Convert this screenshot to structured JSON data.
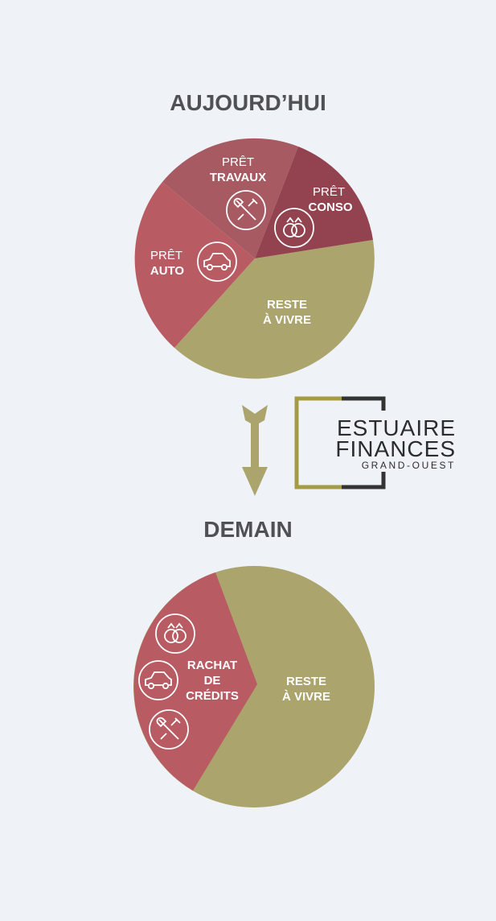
{
  "headings": {
    "today": "AUJOURD’HUI",
    "tomorrow": "DEMAIN"
  },
  "logo": {
    "line1": "ESTUAIRE",
    "line2": "FINANCES",
    "line3": "GRAND-OUEST",
    "gold": "#a59b44",
    "dark": "#333333"
  },
  "today": {
    "slices": [
      {
        "key": "reste",
        "lines": [
          "RESTE",
          "À VIVRE"
        ],
        "color": "#aba46c",
        "icon": null
      },
      {
        "key": "auto",
        "lines": [
          "PRÊT",
          "AUTO"
        ],
        "color": "#b85b63",
        "icon": "car-icon"
      },
      {
        "key": "travaux",
        "lines": [
          "PRÊT",
          "TRAVAUX"
        ],
        "color": "#a85a63",
        "icon": "tools-icon"
      },
      {
        "key": "conso",
        "lines": [
          "PRÊT",
          "CONSO"
        ],
        "color": "#93434f",
        "icon": "rings-icon"
      }
    ]
  },
  "tomorrow": {
    "slices": [
      {
        "key": "rachat",
        "lines": [
          "RACHAT",
          "DE",
          "CRÉDITS"
        ],
        "color": "#b85b63",
        "icons": [
          "rings-icon",
          "car-icon",
          "tools-icon"
        ]
      },
      {
        "key": "reste",
        "lines": [
          "RESTE",
          "À VIVRE"
        ],
        "color": "#aba46c"
      }
    ]
  },
  "arrow_color": "#aba46c"
}
